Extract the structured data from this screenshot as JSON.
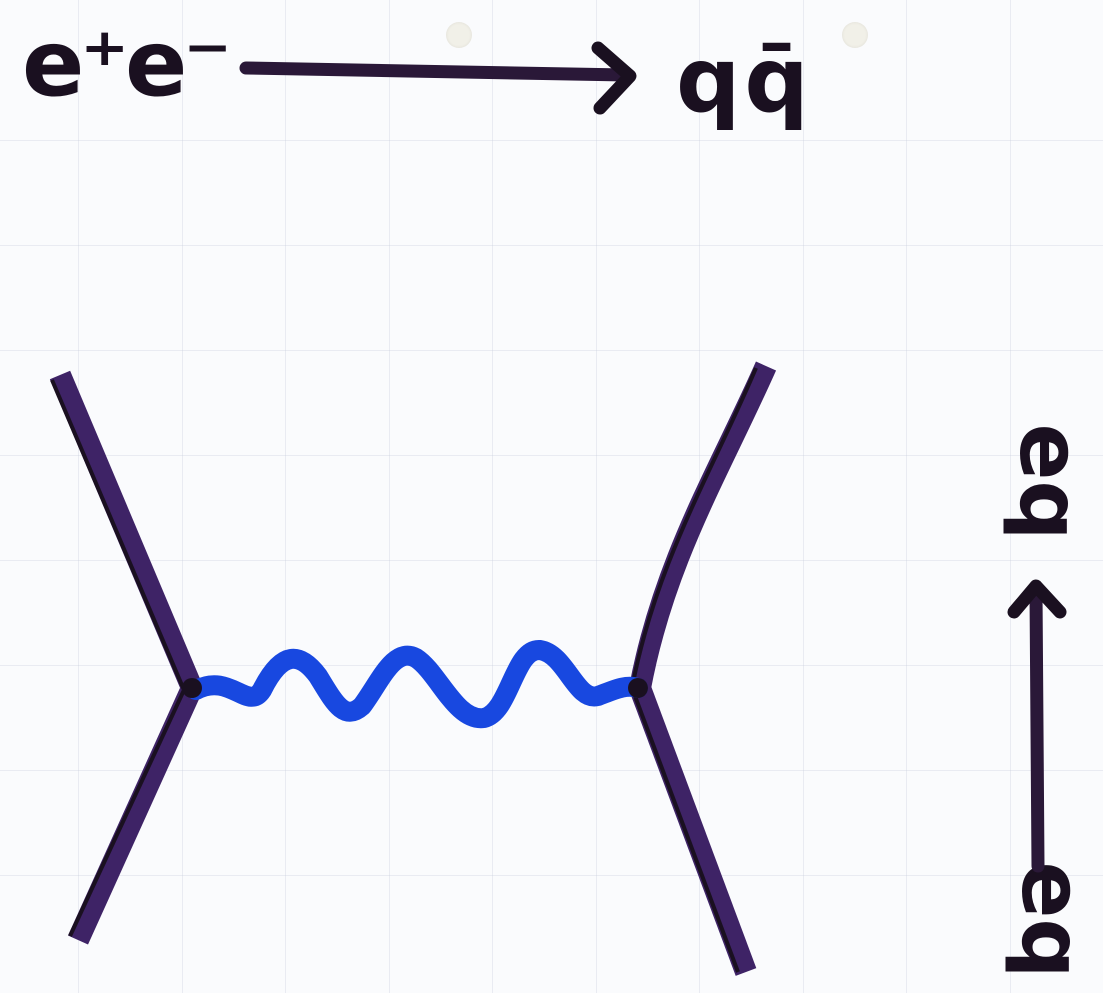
{
  "diagram": {
    "process_top": {
      "initial": "e⁺e⁻",
      "final": "qq̄"
    },
    "process_side": {
      "initial": "eq",
      "final": "eq"
    },
    "colors": {
      "fermion_lines": "#3e2366",
      "photon": "#1848e0",
      "ink": "#1a1020"
    }
  }
}
